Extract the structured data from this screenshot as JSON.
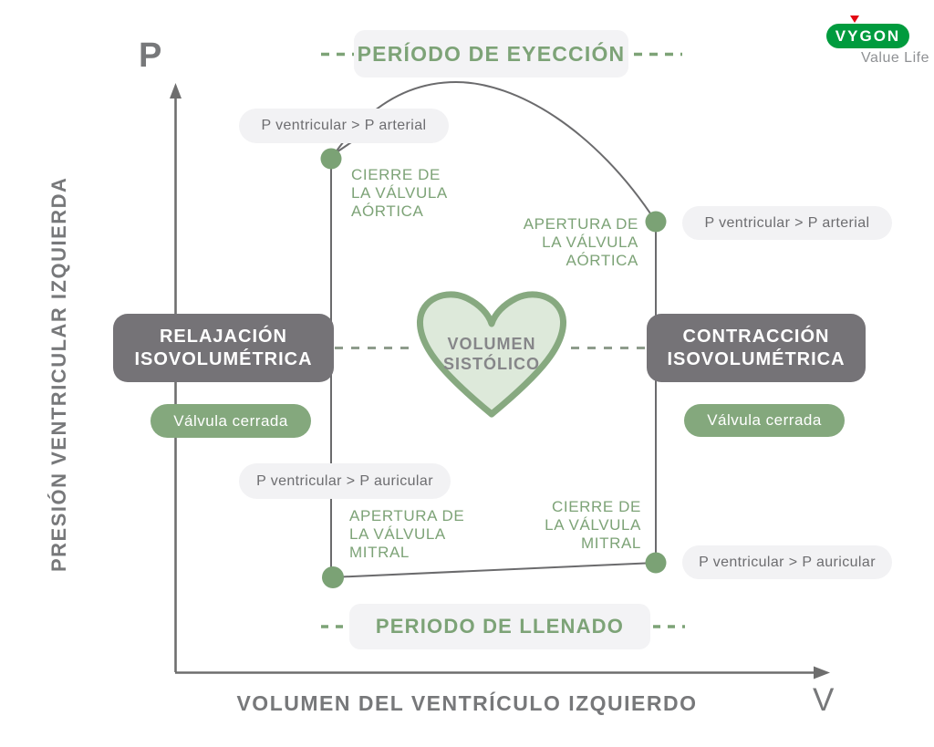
{
  "logo": {
    "brand": "VYGON",
    "tagline": "Value Life",
    "brand_green": "#009b3e",
    "accent_red": "#e30613"
  },
  "axes": {
    "y_symbol": "P",
    "x_symbol": "V",
    "y_label": "PRESIÓN VENTRICULAR IZQUIERDA",
    "x_label": "VOLUMEN DEL VENTRÍCULO IZQUIERDO"
  },
  "phases": {
    "ejection": "PERÍODO DE EYECCIÓN",
    "filling": "PERIODO DE LLENADO",
    "isovolumetric_relaxation": "RELAJACIÓN\nISOVOLUMÉTRICA",
    "isovolumetric_contraction": "CONTRACCIÓN\nISOVOLUMÉTRICA"
  },
  "valve_events": {
    "aortic_close": "CIERRE DE\nLA VÁLVULA\nAÓRTICA",
    "aortic_open": "APERTURA DE\nLA VÁLVULA\nAÓRTICA",
    "mitral_open": "APERTURA DE\nLA VÁLVULA\nMITRAL",
    "mitral_close": "CIERRE DE\nLA VÁLVULA\nMITRAL"
  },
  "pressure_conditions": {
    "top_left": "P ventricular > P arterial",
    "top_right": "P ventricular > P arterial",
    "bottom_left": "P ventricular > P auricular",
    "bottom_right": "P ventricular > P auricular"
  },
  "badges": {
    "valve_closed_left": "Válvula cerrada",
    "valve_closed_right": "Válvula cerrada"
  },
  "heart": {
    "label": "VOLUMEN\nSISTÓLICO"
  },
  "colors": {
    "sage_green": "#7da377",
    "dot_green": "#7ba275",
    "line_gray": "#6e6e6e",
    "pill_bg": "#f2f2f4",
    "dark_box": "#757377",
    "heart_fill": "#dde9da",
    "heart_stroke": "#87a980"
  }
}
